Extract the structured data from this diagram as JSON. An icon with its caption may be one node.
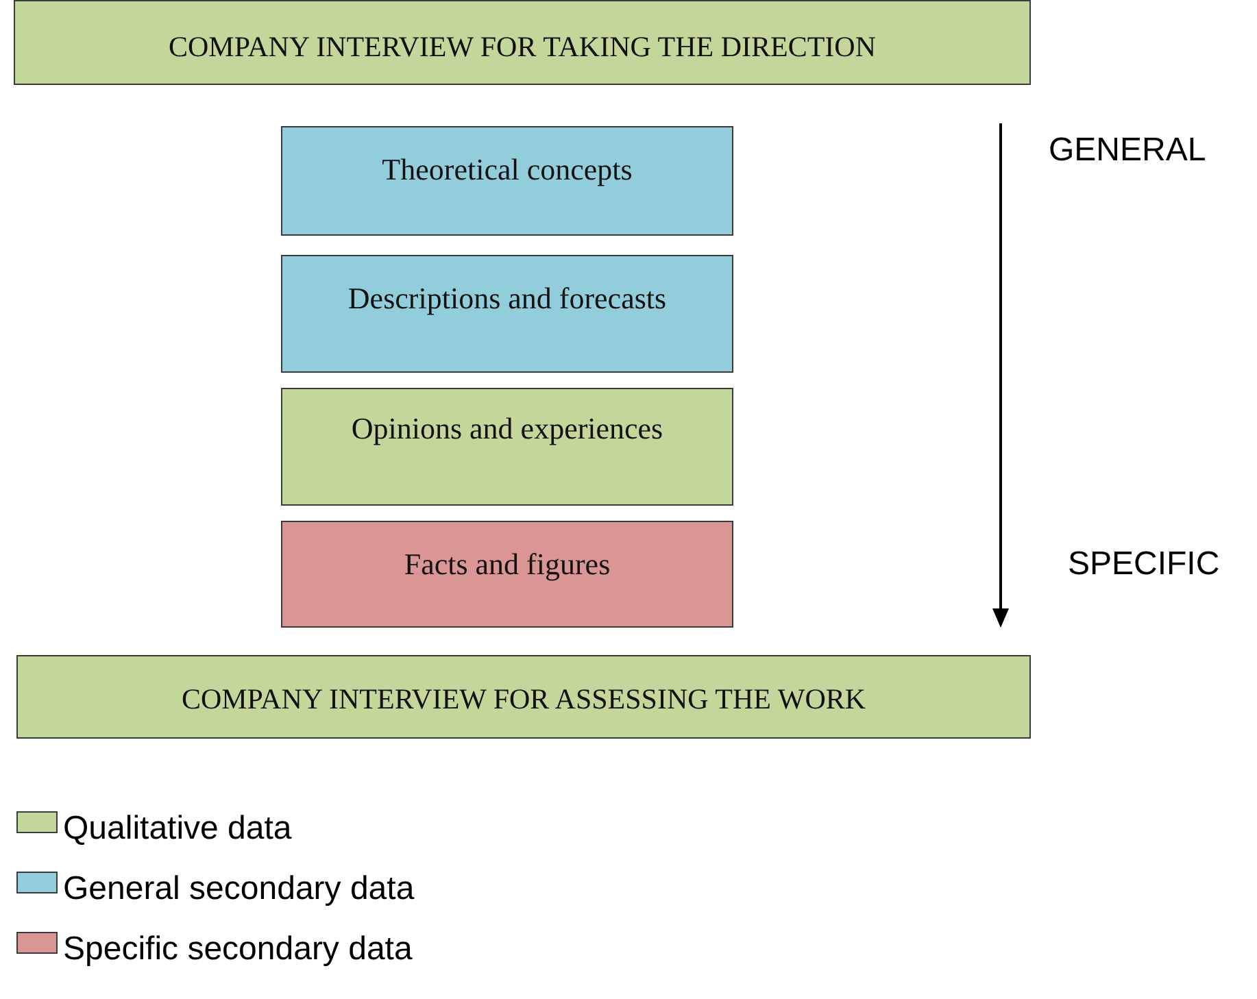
{
  "diagram": {
    "nodes": [
      {
        "text": [
          "COMPANY INTERVIEW FOR TAKING THE DIRECTION"
        ]
      },
      {
        "text": [
          "Theoretical concepts"
        ]
      },
      {
        "text": [
          "Descriptions and forecasts"
        ]
      },
      {
        "text": [
          "Opinions and experiences"
        ]
      },
      {
        "text": [
          "Facts and figures"
        ]
      },
      {
        "text": [
          "COMPANY INTERVIEW FOR ASSESSING THE WORK"
        ]
      }
    ],
    "labels": [
      "GENERAL",
      "SPECIFIC"
    ],
    "legend": [
      {
        "text": "Qualitative data",
        "color": "#c4d79b"
      },
      {
        "text": "General secondary data",
        "color": "#92cddc"
      },
      {
        "text": "Specific secondary data",
        "color": "#d99694"
      }
    ]
  }
}
